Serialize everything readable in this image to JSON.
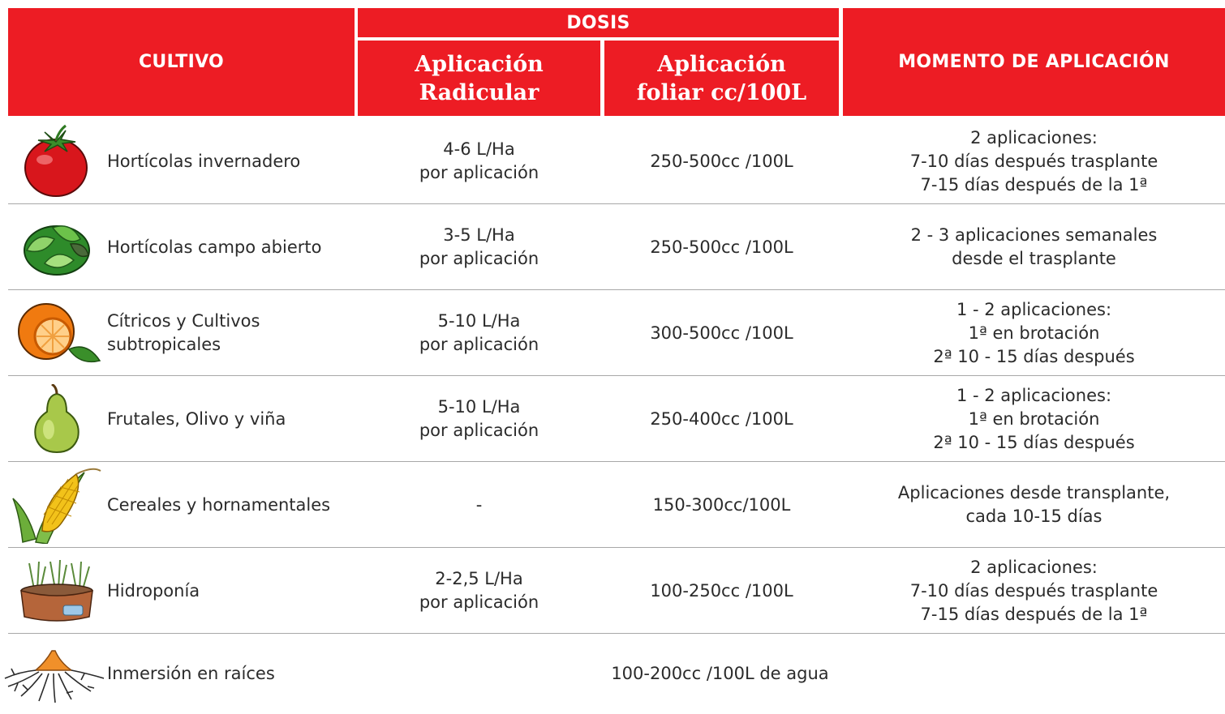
{
  "header": {
    "cultivo": "CULTIVO",
    "dosis": "DOSIS",
    "aplicacion_radicular": "Aplicación\nRadicular",
    "aplicacion_foliar": "Aplicación\nfoliar cc/100L",
    "momento": "MOMENTO DE APLICACIÓN"
  },
  "rows": [
    {
      "icon": "tomato-icon",
      "cultivo": "Hortícolas invernadero",
      "radicular": "4-6 L/Ha\npor aplicación",
      "foliar": "250-500cc /100L",
      "momento": "2 aplicaciones:\n7-10 días después trasplante\n7-15 días después de la 1ª"
    },
    {
      "icon": "lettuce-icon",
      "cultivo": "Hortícolas campo abierto",
      "radicular": "3-5 L/Ha\npor aplicación",
      "foliar": "250-500cc /100L",
      "momento": "2 - 3 aplicaciones semanales\ndesde el trasplante"
    },
    {
      "icon": "orange-icon",
      "cultivo": "Cítricos y Cultivos\nsubtropicales",
      "radicular": "5-10 L/Ha\npor aplicación",
      "foliar": "300-500cc /100L",
      "momento": "1 - 2 aplicaciones:\n1ª en brotación\n2ª 10 - 15 días después"
    },
    {
      "icon": "pear-icon",
      "cultivo": "Frutales, Olivo y viña",
      "radicular": "5-10 L/Ha\npor aplicación",
      "foliar": "250-400cc /100L",
      "momento": "1 - 2 aplicaciones:\n1ª en brotación\n2ª 10 - 15 días después"
    },
    {
      "icon": "corn-icon",
      "cultivo": "Cereales y hornamentales",
      "radicular": "-",
      "foliar": "150-300cc/100L",
      "momento": "Aplicaciones desde transplante,\ncada 10-15 días"
    },
    {
      "icon": "hydroponic-tray-icon",
      "cultivo": "Hidroponía",
      "radicular": "2-2,5 L/Ha\npor aplicación",
      "foliar": "100-250cc /100L",
      "momento": "2 aplicaciones:\n7-10 días después trasplante\n7-15 días después de la 1ª"
    }
  ],
  "last_row": {
    "icon": "roots-icon",
    "cultivo": "Inmersión en raíces",
    "dosis": "100-200cc /100L de agua"
  },
  "colors": {
    "header_bg": "#ed1c24",
    "header_text": "#ffffff",
    "row_separator": "#a8a8a8"
  }
}
